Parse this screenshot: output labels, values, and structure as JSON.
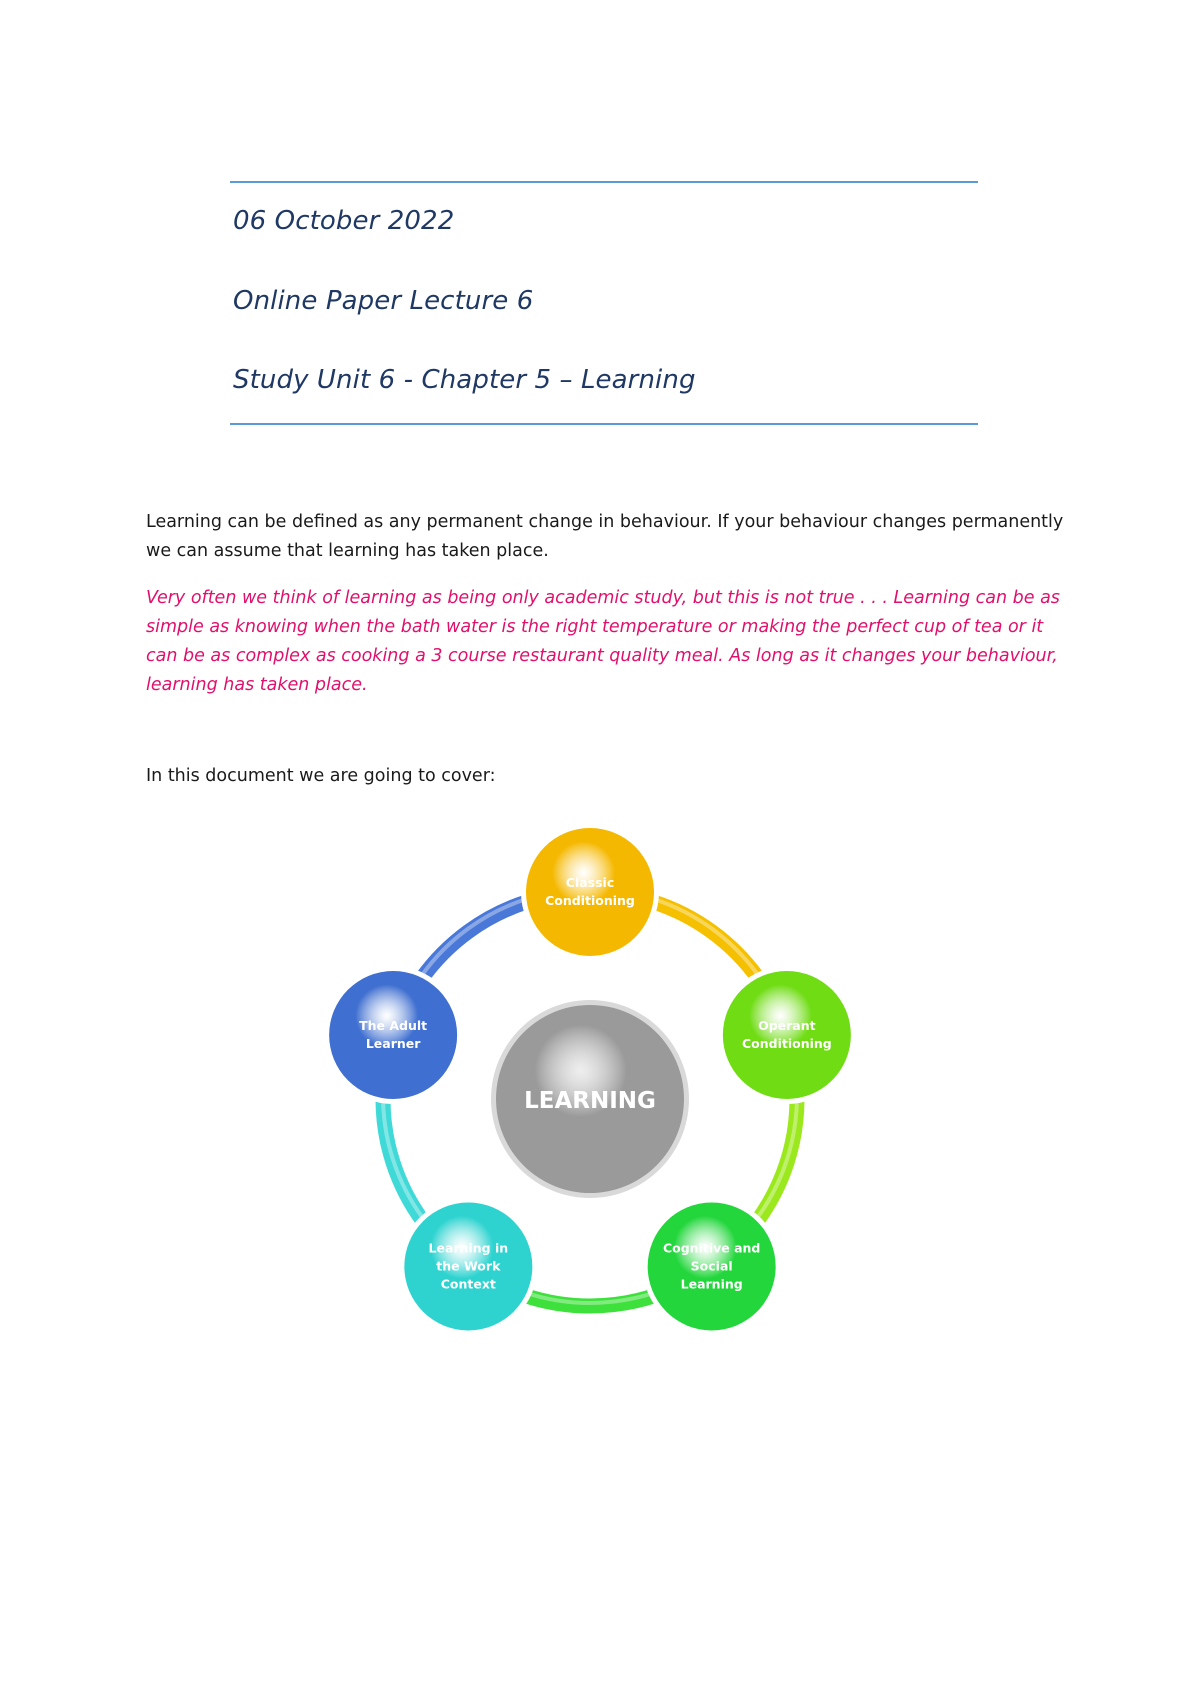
{
  "header": {
    "date": "06 October 2022",
    "lecture": "Online Paper Lecture 6",
    "unit": "Study Unit 6 - Chapter 5 – Learning"
  },
  "body": {
    "intro": "Learning can be defined as any permanent change in behaviour. If your behaviour changes permanently we can assume that learning has taken place.",
    "note": "Very often we think of learning as being only academic study, but this is not true . . . Learning can be as simple as knowing when the bath water is the right temperature or making the perfect cup of tea or it can be as complex as cooking a 3 course restaurant quality meal. As long as it changes your behaviour, learning has taken place.",
    "cover": "In this document we are going to cover:"
  },
  "diagram": {
    "center": "LEARNING",
    "nodes": [
      {
        "lines": [
          "Classic",
          "Conditioning"
        ],
        "color": "#f5b800"
      },
      {
        "lines": [
          "Operant",
          "Conditioning"
        ],
        "color": "#6fdc14"
      },
      {
        "lines": [
          "Cognitive and",
          "Social",
          "Learning"
        ],
        "color": "#23d63c"
      },
      {
        "lines": [
          "Learning in",
          "the Work",
          "Context"
        ],
        "color": "#2ed3d0"
      },
      {
        "lines": [
          "The Adult",
          "Learner"
        ],
        "color": "#3f6fd0"
      }
    ],
    "ring_colors": [
      "#f5c000",
      "#9be81c",
      "#3ee03c",
      "#3fd9d8",
      "#4a78d8"
    ],
    "center_color": "#9a9a9a"
  }
}
